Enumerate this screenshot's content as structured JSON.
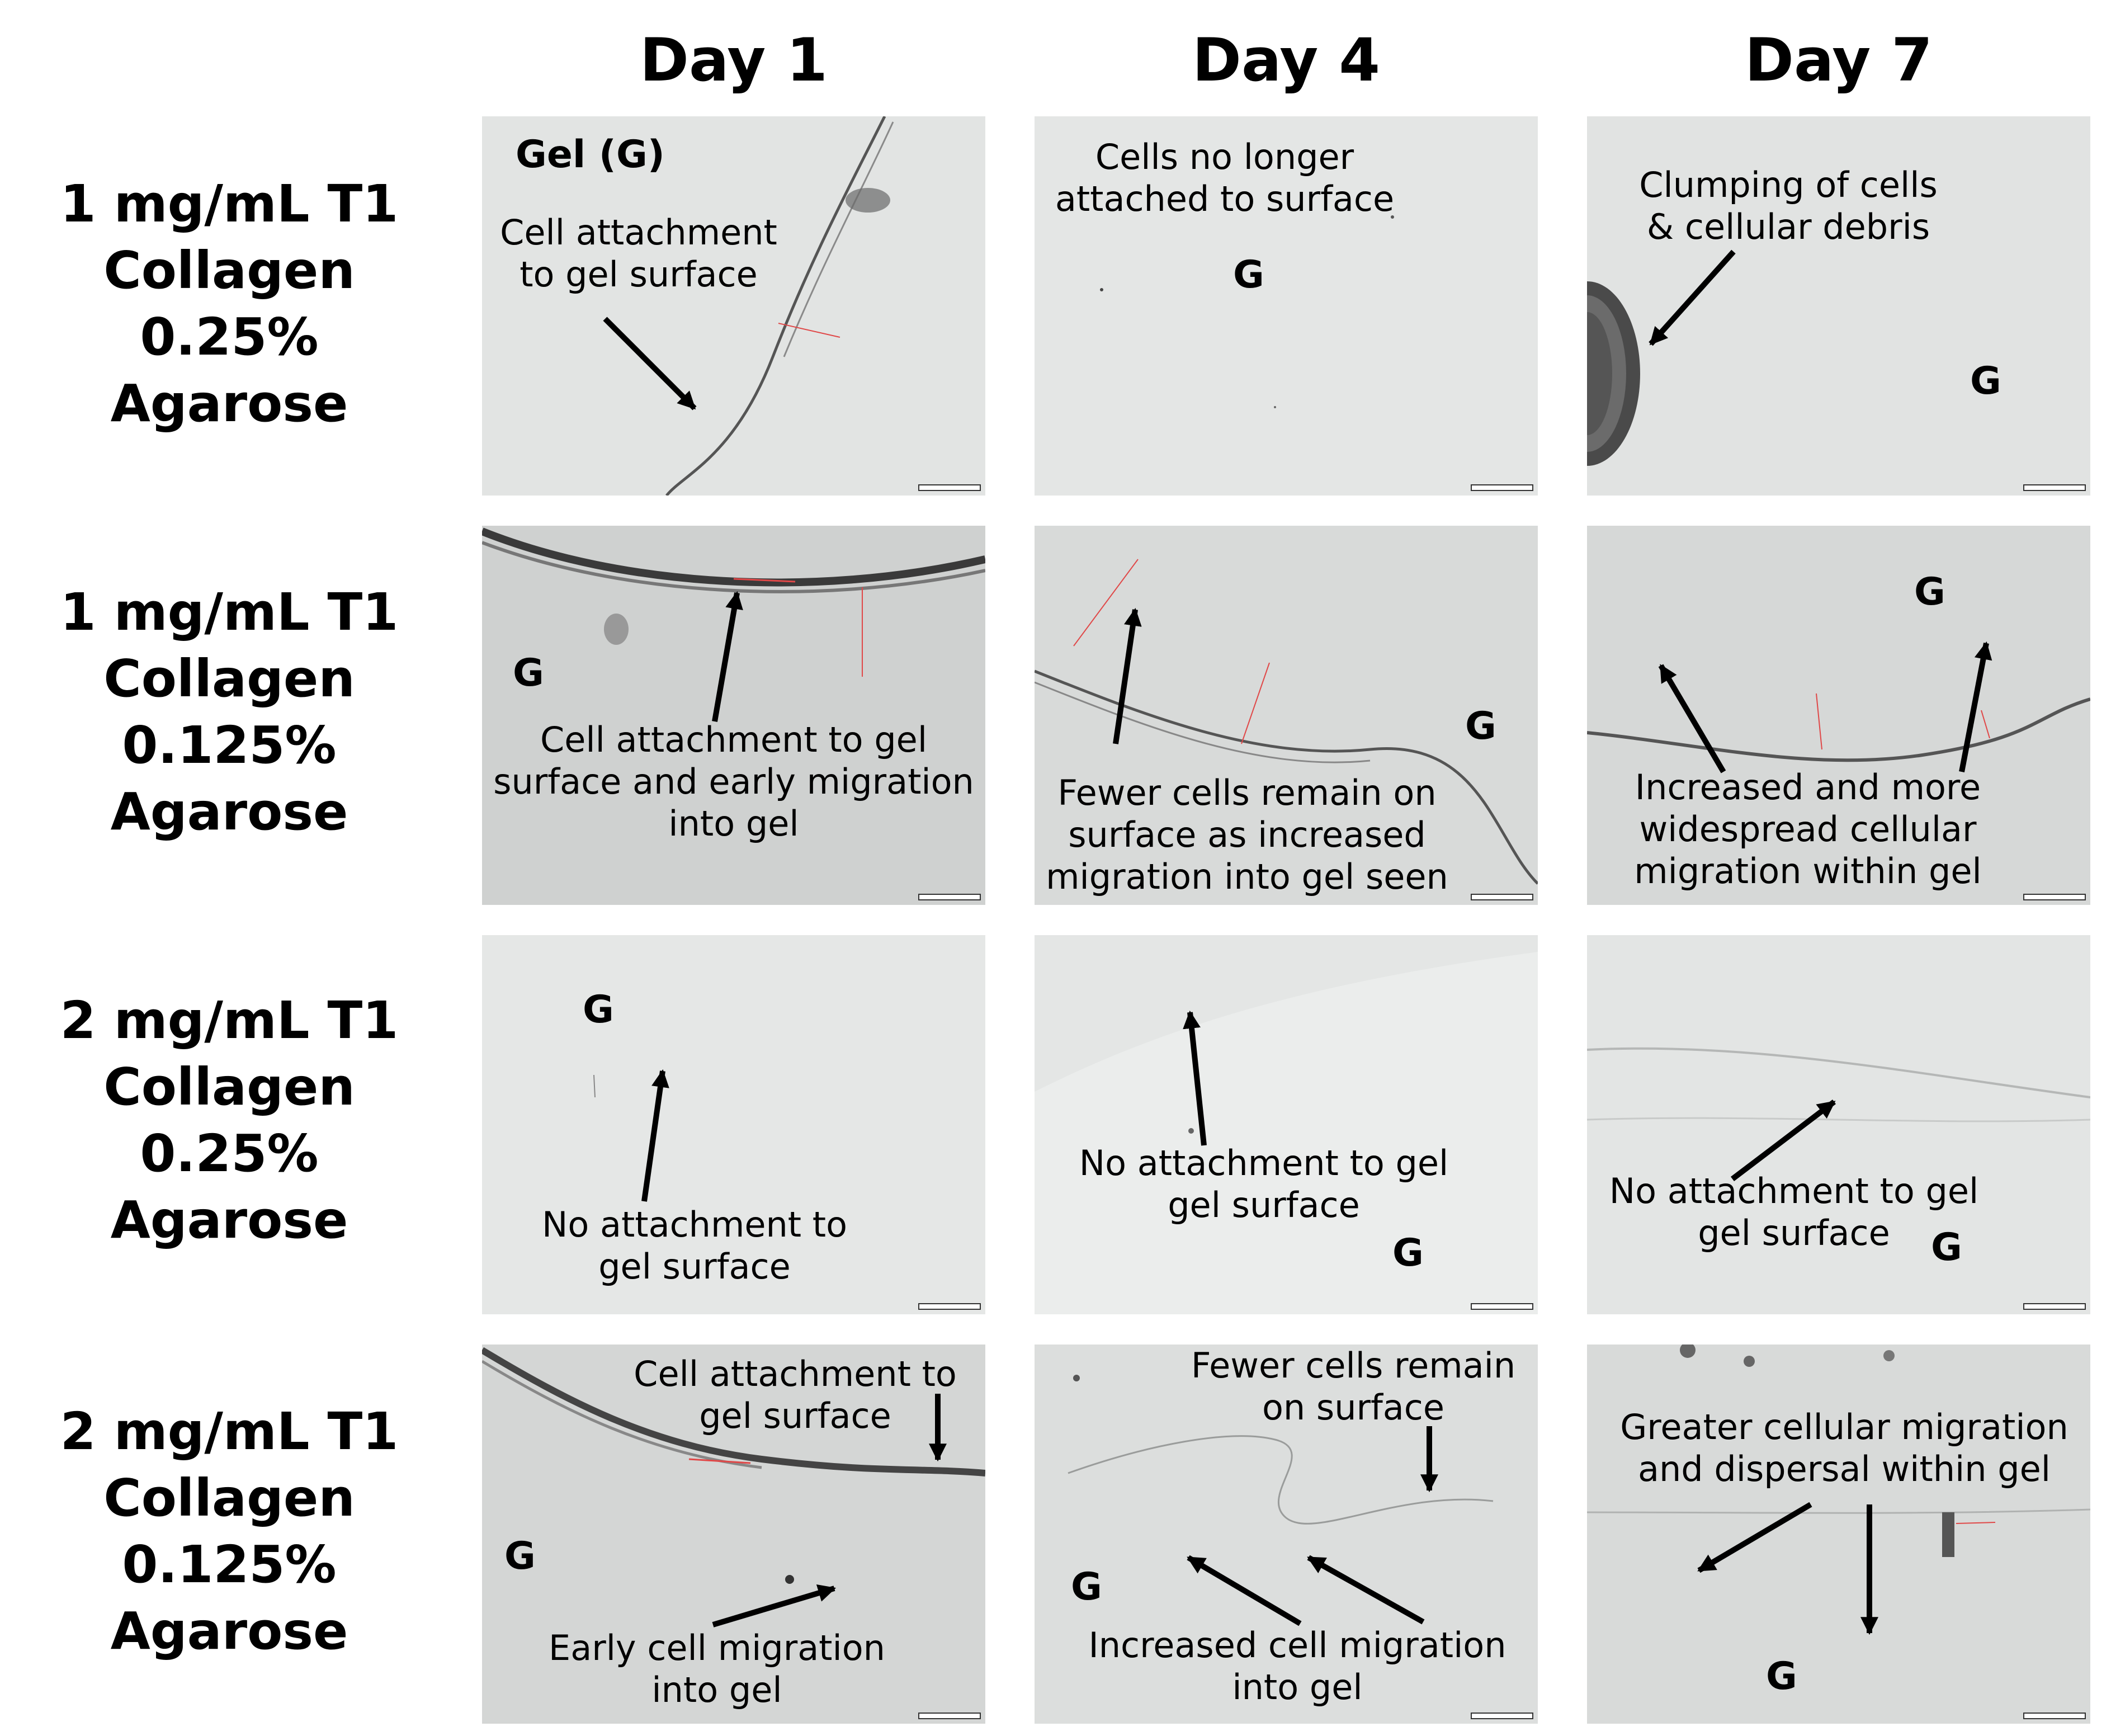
{
  "columns": [
    "Day 1",
    "Day 4",
    "Day 7"
  ],
  "rows": [
    {
      "lines": [
        "1 mg/mL T1",
        "Collagen",
        "0.25%",
        "Agarose"
      ]
    },
    {
      "lines": [
        "1 mg/mL T1",
        "Collagen",
        "0.125%",
        "Agarose"
      ]
    },
    {
      "lines": [
        "2 mg/mL T1",
        "Collagen",
        "0.25%",
        "Agarose"
      ]
    },
    {
      "lines": [
        "2 mg/mL T1",
        "Collagen",
        "0.125%",
        "Agarose"
      ]
    }
  ],
  "gel_label": "G",
  "gel_legend": "Gel (G)",
  "panels": {
    "r0c0": {
      "notes": [
        [
          "Cell attachment",
          "to gel surface"
        ]
      ]
    },
    "r0c1": {
      "notes": [
        [
          "Cells no longer",
          "attached to surface"
        ]
      ]
    },
    "r0c2": {
      "notes": [
        [
          "Clumping of cells",
          "& cellular debris"
        ]
      ]
    },
    "r1c0": {
      "notes": [
        [
          "Cell attachment to gel",
          "surface and early migration",
          "into gel"
        ]
      ]
    },
    "r1c1": {
      "notes": [
        [
          "Fewer cells remain on",
          "surface as increased",
          "migration into gel seen"
        ]
      ]
    },
    "r1c2": {
      "notes": [
        [
          "Increased and more",
          "widespread cellular",
          "migration within gel"
        ]
      ]
    },
    "r2c0": {
      "notes": [
        [
          "No attachment to",
          "gel surface"
        ]
      ]
    },
    "r2c1": {
      "notes": [
        [
          "No attachment to gel",
          "gel surface"
        ]
      ]
    },
    "r2c2": {
      "notes": [
        [
          "No attachment to gel",
          "gel surface"
        ]
      ]
    },
    "r3c0": {
      "notes": [
        [
          "Cell attachment to",
          "gel surface"
        ],
        [
          "Early cell migration",
          "into gel"
        ]
      ]
    },
    "r3c1": {
      "notes": [
        [
          "Fewer cells remain",
          "on surface"
        ],
        [
          "Increased cell migration",
          "into gel"
        ]
      ]
    },
    "r3c2": {
      "notes": [
        [
          "Greater cellular migration",
          "and dispersal within gel"
        ]
      ]
    }
  },
  "colors": {
    "gel_light": "#e3e5e4",
    "gel_mid": "#d2d4d3",
    "cell_dark": "#3a3a3a",
    "measure_red": "#e04848"
  }
}
